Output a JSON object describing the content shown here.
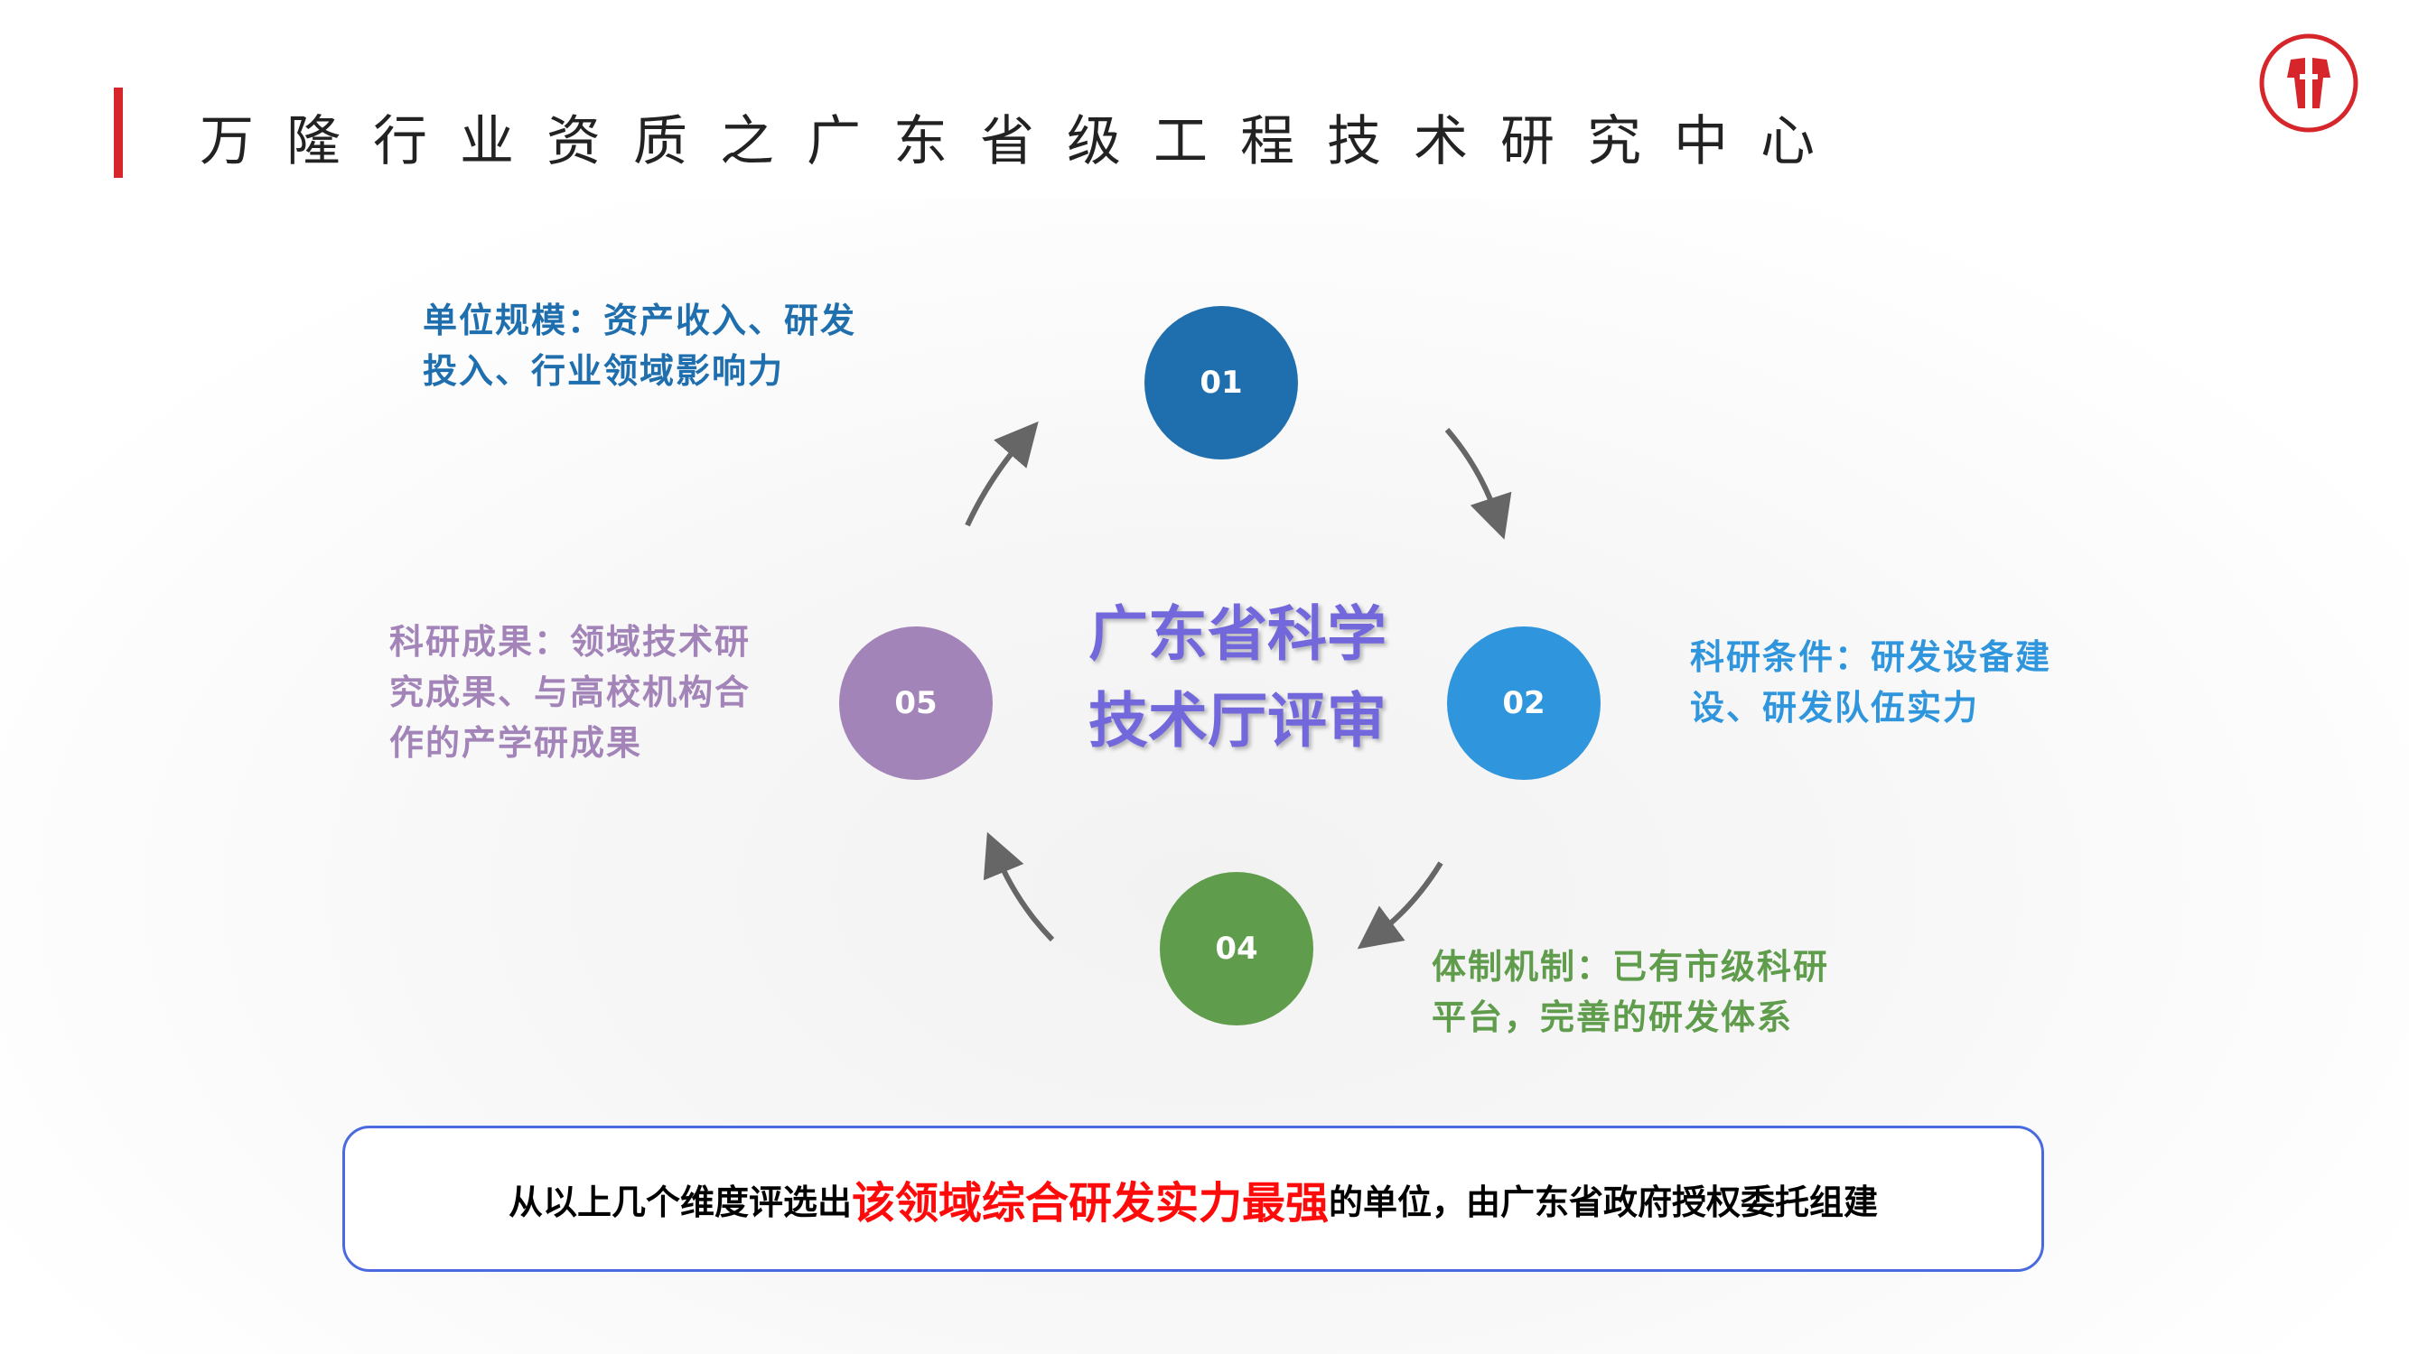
{
  "title": "万隆行业资质之广东省级工程技术研究中心",
  "center": {
    "line1": "广东省科学",
    "line2": "技术厅评审"
  },
  "nodes": [
    {
      "num": "01",
      "line1": "单位规模：资产收入、研发",
      "line2": "投入、行业领域影响力",
      "color": "#1f6fae"
    },
    {
      "num": "02",
      "line1": "科研条件：研发设备建",
      "line2": "设、研发队伍实力",
      "color": "#2f95dc"
    },
    {
      "num": "04",
      "line1": "体制机制：已有市级科研",
      "line2": "平台，完善的研发体系",
      "color": "#5f9c4c"
    },
    {
      "num": "05",
      "line1": "科研成果：领域技术研",
      "line2": "究成果、与高校机构合",
      "line3": "作的产学研成果",
      "color": "#a384b8"
    }
  ],
  "summary": {
    "prefix": "从以上几个维度评选出",
    "highlight": "该领域综合研发实力最强",
    "suffix": "的单位，由广东省政府授权委托组建"
  },
  "colors": {
    "accent": "#d7262b",
    "box_border": "#4a6ae0"
  }
}
